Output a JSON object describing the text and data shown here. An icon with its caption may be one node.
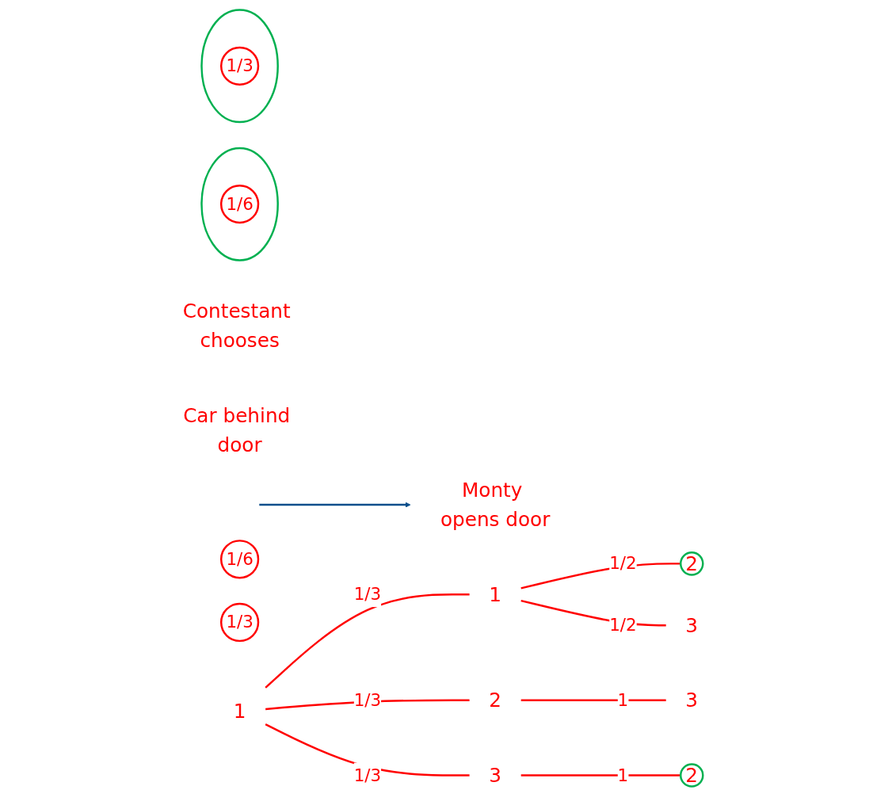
{
  "diagram": {
    "nodes": [
      {
        "text": [
          "Contestant chooses"
        ]
      },
      {
        "text": [
          "Car behind door"
        ]
      },
      {
        "text": [
          "Monty opens door"
        ]
      },
      {
        "text": [
          "1"
        ]
      },
      {
        "text": [
          "1"
        ]
      },
      {
        "text": [
          "2"
        ]
      },
      {
        "text": [
          "3"
        ]
      },
      {
        "text": [
          "2"
        ]
      },
      {
        "text": [],
        "shape": "circle"
      },
      {
        "text": [
          "1/6"
        ],
        "in": 8
      },
      {
        "text": [
          "3"
        ]
      },
      {
        "text": [
          "1/6"
        ]
      },
      {
        "text": [
          "3"
        ]
      },
      {
        "text": [
          "1/3"
        ]
      },
      {
        "text": [
          "2"
        ]
      },
      {
        "text": [],
        "shape": "circle"
      },
      {
        "text": [
          "1/3"
        ],
        "in": 15
      }
    ],
    "edges": [
      {
        "from": 3,
        "to": 4,
        "label": "1/3",
        "arrow": "none"
      },
      {
        "from": 3,
        "to": 5,
        "label": "1/3",
        "arrow": "none"
      },
      {
        "from": 3,
        "to": 6,
        "label": "1/3",
        "arrow": "none"
      },
      {
        "from": 4,
        "to": 7,
        "label": "1/2",
        "arrow": "none"
      },
      {
        "from": 4,
        "to": 10,
        "label": "1/2",
        "arrow": "none"
      },
      {
        "from": 5,
        "to": 12,
        "label": "1",
        "arrow": "none"
      },
      {
        "from": 6,
        "to": 14,
        "label": "1",
        "arrow": "none"
      },
      {
        "from": null,
        "to": 2,
        "arrow": "to",
        "color": "#0b4f8c"
      }
    ]
  }
}
